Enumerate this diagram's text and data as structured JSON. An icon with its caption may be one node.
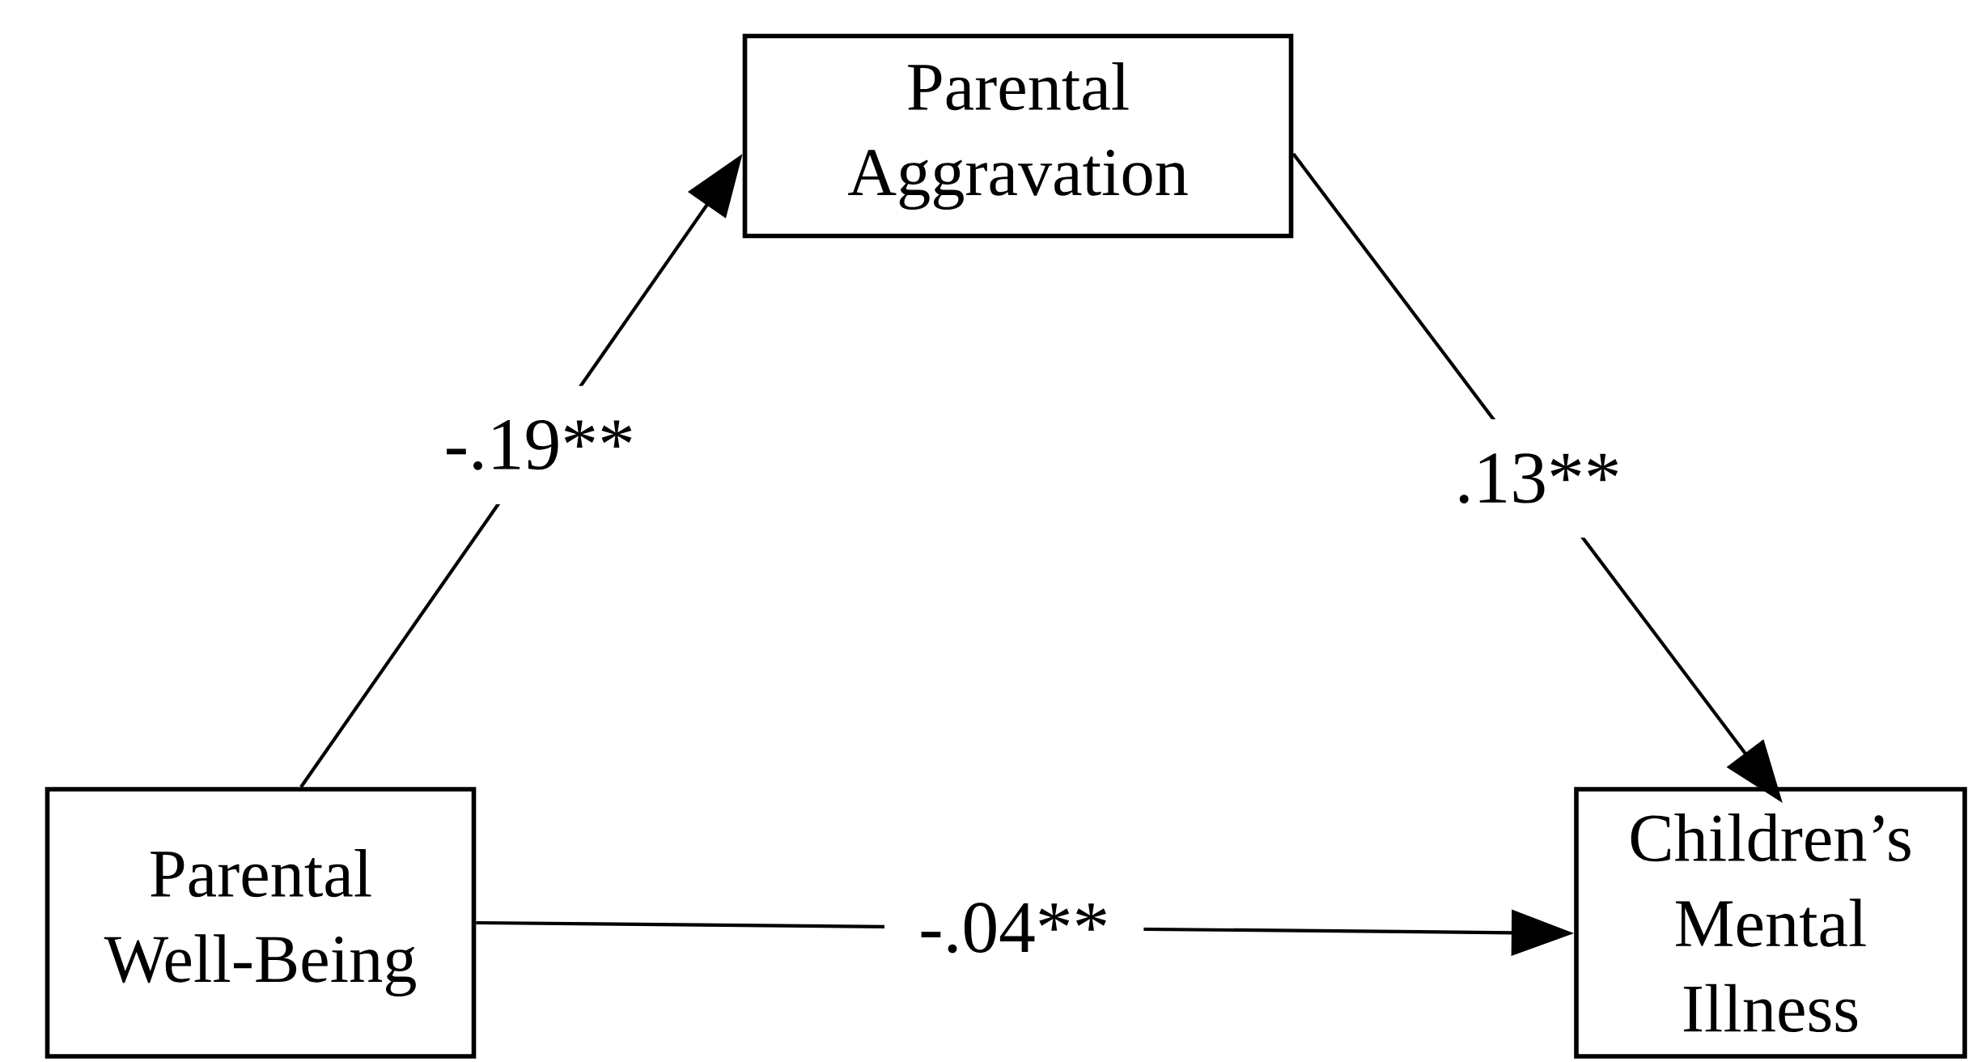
{
  "diagram": {
    "nodes": [
      {
        "text": [
          "Parental Well-Being"
        ]
      },
      {
        "text": [
          "Parental Aggravation"
        ]
      },
      {
        "text": [
          "Children’s Mental Illness"
        ]
      }
    ],
    "edges": [
      {
        "from": 0,
        "to": 1,
        "arrow": "to",
        "label": "-.19**"
      },
      {
        "from": 1,
        "to": 2,
        "arrow": "to",
        "label": ".13**"
      },
      {
        "from": 0,
        "to": 2,
        "arrow": "to",
        "label": "-.04**"
      }
    ]
  }
}
